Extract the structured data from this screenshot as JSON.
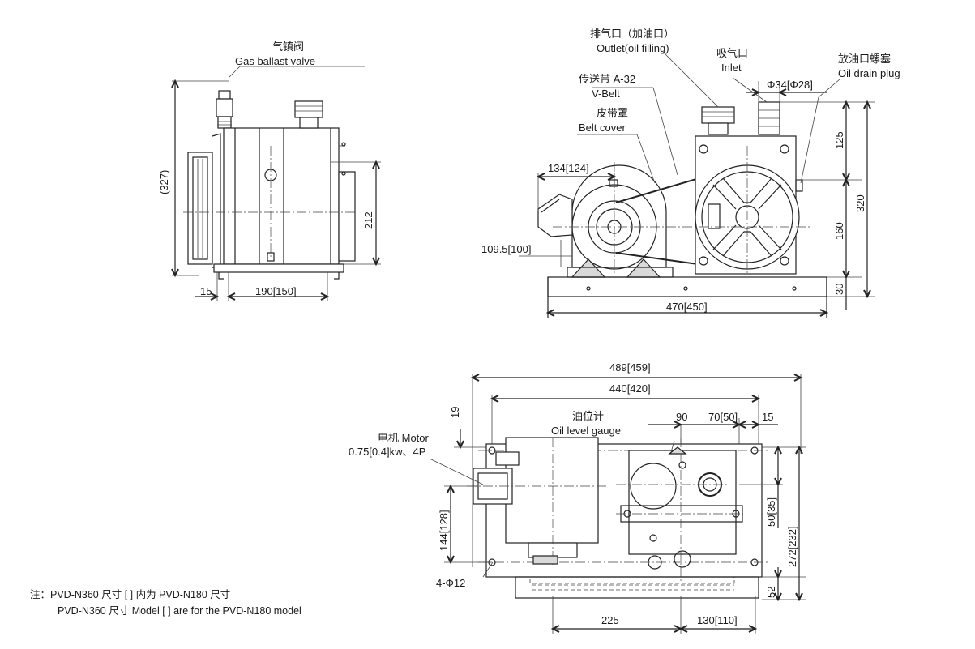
{
  "side_view": {
    "gas_ballast_cn": "气镇阀",
    "gas_ballast_en": "Gas ballast valve",
    "dim_327": "(327)",
    "dim_212": "212",
    "dim_15": "15",
    "dim_190": "190[150]"
  },
  "front_view": {
    "outlet_cn": "排气口（加油口）",
    "outlet_en": "Outlet(oil filling)",
    "inlet_cn": "吸气口",
    "inlet_en": "Inlet",
    "vbelt_cn": "传送带 A-32",
    "vbelt_en": "V-Belt",
    "beltcover_cn": "皮带罩",
    "beltcover_en": "Belt cover",
    "phi34": "Φ34[Φ28]",
    "drain_cn": "放油口螺塞",
    "drain_en": "Oil drain plug",
    "dim_134": "134[124]",
    "dim_109": "109.5[100]",
    "dim_125": "125",
    "dim_320": "320",
    "dim_160": "160",
    "dim_30": "30",
    "dim_470": "470[450]"
  },
  "top_view": {
    "dim_489": "489[459]",
    "dim_440": "440[420]",
    "dim_19": "19",
    "oil_gauge_cn": "油位计",
    "oil_gauge_en": "Oil level gauge",
    "dim_90": "90",
    "dim_70": "70[50]",
    "dim_15": "15",
    "motor_label": "电机 Motor",
    "motor_spec": "0.75[0.4]kw、4P",
    "dim_144": "144[128]",
    "holes": "4-Φ12",
    "dim_50": "50[35]",
    "dim_272": "272[232]",
    "dim_52": "52",
    "dim_225": "225",
    "dim_130": "130[110]"
  },
  "note": {
    "line1": "注：PVD-N360 尺寸 [ ] 内为 PVD-N180 尺寸",
    "line2": "PVD-N360 尺寸 Model  [ ] are for the PVD-N180 model"
  }
}
